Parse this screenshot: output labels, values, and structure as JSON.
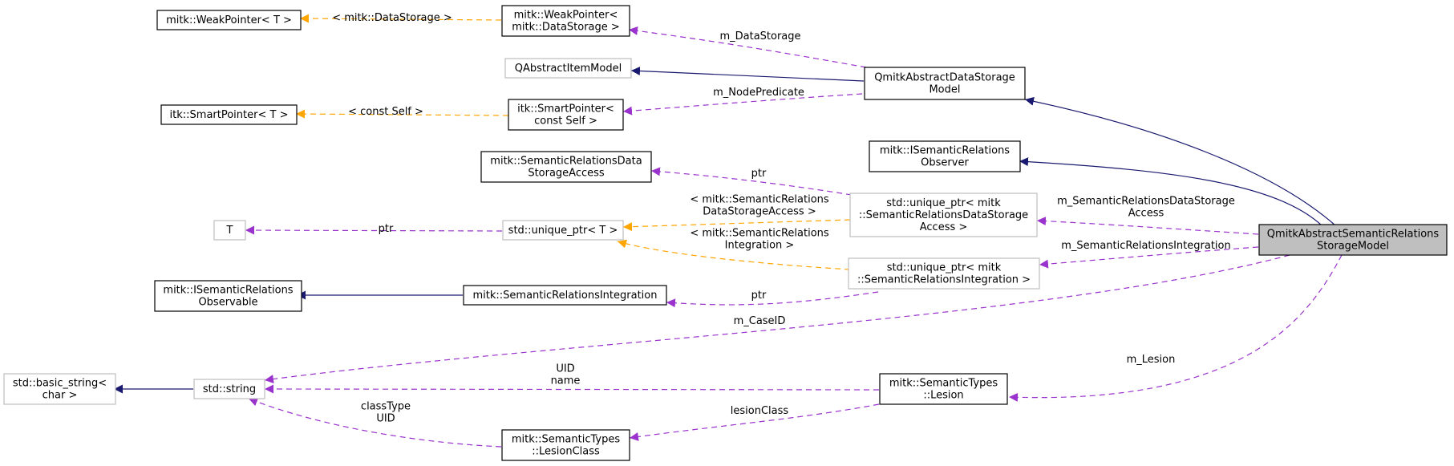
{
  "nodes": {
    "weakptr_t": [
      "mitk::WeakPointer< T >"
    ],
    "weakptr_ds": [
      "mitk::WeakPointer<",
      "mitk::DataStorage >"
    ],
    "qabstractitemmodel": [
      "QAbstractItemModel"
    ],
    "qmitkabstractdsm": [
      "QmitkAbstractDataStorage",
      "Model"
    ],
    "itk_smartptr_t": [
      "itk::SmartPointer< T >"
    ],
    "itk_smartptr_cs": [
      "itk::SmartPointer<",
      "const Self >"
    ],
    "semrel_observer": [
      "mitk::ISemanticRelations",
      "Observer"
    ],
    "semrel_dsa": [
      "mitk::SemanticRelationsData",
      "StorageAccess"
    ],
    "t": [
      "T"
    ],
    "unique_ptr_t": [
      "std::unique_ptr< T >"
    ],
    "unique_ptr_dsa": [
      "std::unique_ptr< mitk",
      "::SemanticRelationsDataStorage",
      "Access >"
    ],
    "main": [
      "QmitkAbstractSemanticRelations",
      "StorageModel"
    ],
    "semrel_observable": [
      "mitk::ISemanticRelations",
      "Observable"
    ],
    "semrel_integration": [
      "mitk::SemanticRelationsIntegration"
    ],
    "unique_ptr_int": [
      "std::unique_ptr< mitk",
      "::SemanticRelationsIntegration >"
    ],
    "basic_string": [
      "std::basic_string<",
      "char >"
    ],
    "std_string": [
      "std::string"
    ],
    "lesion": [
      "mitk::SemanticTypes",
      "::Lesion"
    ],
    "lesion_class": [
      "mitk::SemanticTypes",
      "::LesionClass"
    ]
  },
  "edge_labels": {
    "tmpl_datastorage": [
      "< mitk::DataStorage >"
    ],
    "m_datastorage": [
      "m_DataStorage"
    ],
    "m_nodepredicate": [
      "m_NodePredicate"
    ],
    "tmpl_constself": [
      "< const Self >"
    ],
    "ptr_dsa": [
      "ptr"
    ],
    "tmpl_dsa": [
      "< mitk::SemanticRelations",
      "DataStorageAccess >"
    ],
    "ptr_t": [
      "ptr"
    ],
    "m_semrel_dsa": [
      "m_SemanticRelationsDataStorage",
      "Access"
    ],
    "tmpl_int": [
      "< mitk::SemanticRelations",
      "Integration >"
    ],
    "m_semrel_int": [
      "m_SemanticRelationsIntegration"
    ],
    "ptr_int": [
      "ptr"
    ],
    "m_caseid": [
      "m_CaseID"
    ],
    "m_lesion": [
      "m_Lesion"
    ],
    "uid_name": [
      "UID",
      "name"
    ],
    "lesionclass": [
      "lesionClass"
    ],
    "classtype_uid": [
      "classType",
      "UID"
    ]
  },
  "colors": {
    "inheritance": "#191970",
    "member": "#9a32cd",
    "template": "#ffa500",
    "highlight": "#bfbfbf",
    "gray_border": "#bfbfbf"
  }
}
